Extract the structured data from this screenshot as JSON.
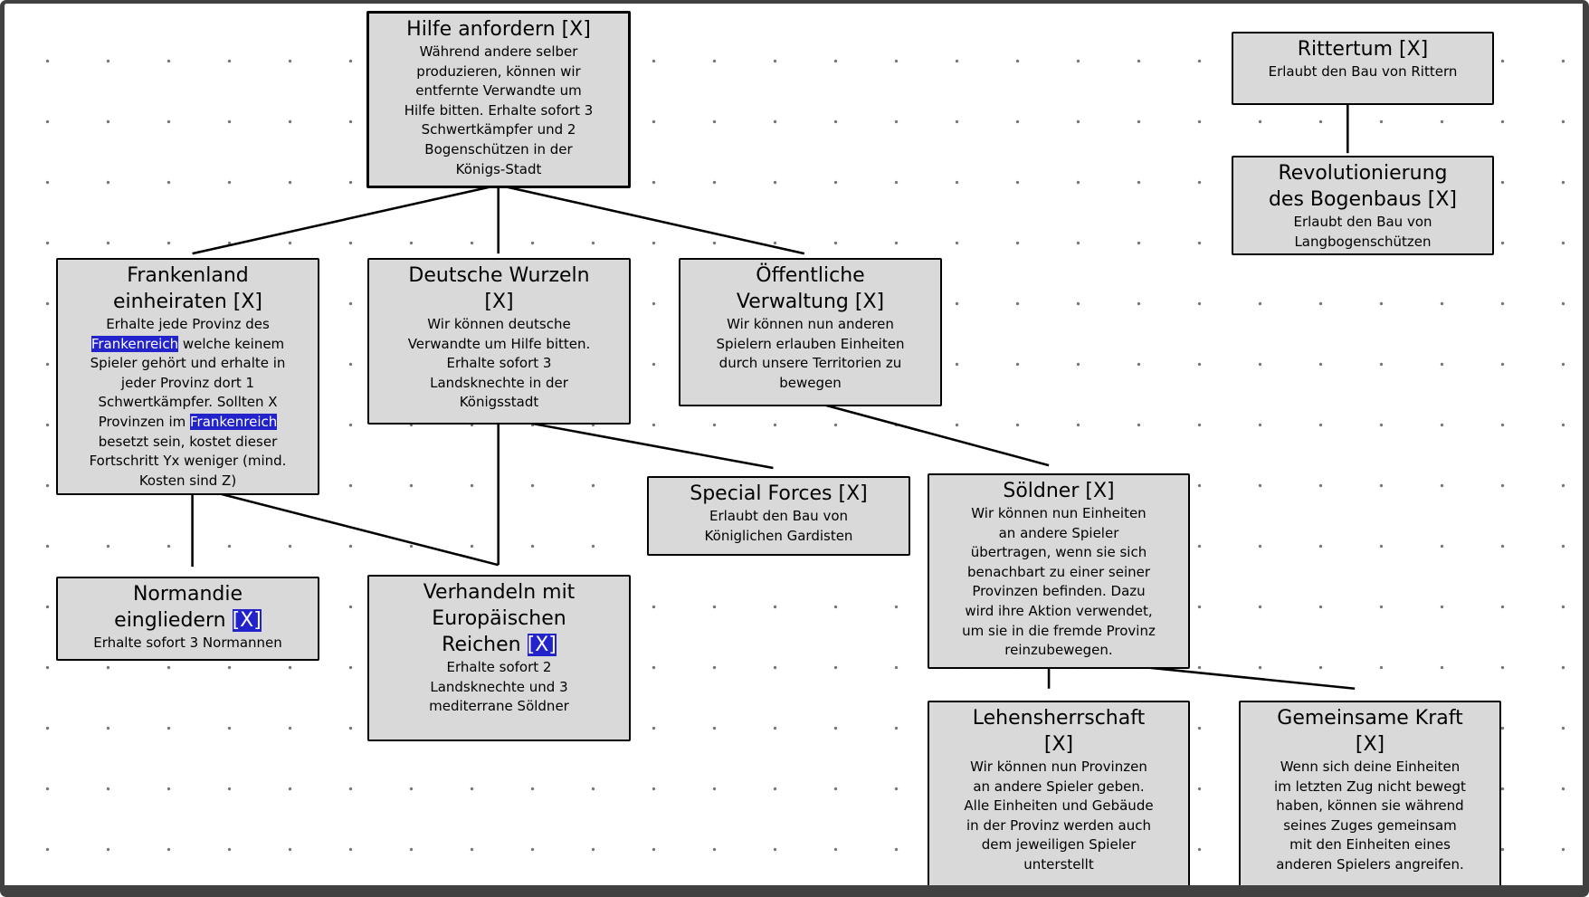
{
  "colors": {
    "node_fill": "#d9d9d9",
    "node_border": "#000000",
    "selection": "#2323cc",
    "frame": "#414141",
    "canvas_bg": "#ffffff",
    "grid_dot": "#777777"
  },
  "nodes": [
    {
      "id": "hilfe-anfordern",
      "title": "Hilfe anfordern [X]",
      "body": "Während andere selber\nproduzieren, können wir\nentfernte Verwandte um\nHilfe bitten. Erhalte sofort 3\nSchwertkämpfer und 2\nBogenschützen in der\nKönigs-Stadt"
    },
    {
      "id": "rittertum",
      "title": "Rittertum [X]",
      "body": "Erlaubt den Bau von Rittern"
    },
    {
      "id": "revolutionierung-des-bogenbaus",
      "title": "Revolutionierung\ndes Bogenbaus [X]",
      "body": "Erlaubt den Bau von\nLangbogenschützen"
    },
    {
      "id": "frankenland-einheiraten",
      "title": "Frankenland\neinheiraten [X]",
      "body": [
        {
          "t": "Erhalte jede Provinz des\n"
        },
        {
          "t": "Frankenreich",
          "hl": true
        },
        {
          "t": " welche keinem\nSpieler gehört und erhalte in\njeder Provinz dort 1\nSchwertkämpfer. Sollten X\nProvinzen im "
        },
        {
          "t": "Frankenreich",
          "hl": true
        },
        {
          "t": "\nbesetzt sein, kostet dieser\nFortschritt Yx weniger (mind.\nKosten sind Z)"
        }
      ]
    },
    {
      "id": "deutsche-wurzeln",
      "title": "Deutsche Wurzeln\n[X]",
      "body": "Wir können deutsche\nVerwandte um Hilfe bitten.\nErhalte sofort 3\nLandsknechte in der\nKönigsstadt"
    },
    {
      "id": "oeffentliche-verwaltung",
      "title": "Öffentliche\nVerwaltung [X]",
      "body": "Wir können nun anderen\nSpielern erlauben Einheiten\ndurch unsere Territorien zu\nbewegen"
    },
    {
      "id": "special-forces",
      "title": "Special Forces [X]",
      "body": "Erlaubt den Bau von\nKöniglichen Gardisten"
    },
    {
      "id": "soeldner",
      "title": "Söldner [X]",
      "body": "Wir können nun Einheiten\nan andere Spieler\nübertragen, wenn sie sich\nbenachbart zu einer seiner\nProvinzen befinden. Dazu\nwird ihre Aktion verwendet,\num sie in die fremde Provinz\nreinzubewegen."
    },
    {
      "id": "normandie-eingliedern",
      "title": [
        {
          "t": "Normandie\neingliedern "
        },
        {
          "t": "[X]",
          "hl": true
        }
      ],
      "body": "Erhalte sofort 3 Normannen"
    },
    {
      "id": "verhandeln-mit-europaeischen-reichen",
      "title": [
        {
          "t": "Verhandeln mit\nEuropäischen\nReichen "
        },
        {
          "t": "[X]",
          "hl": true
        }
      ],
      "body": "Erhalte sofort 2\nLandsknechte und 3\nmediterrane Söldner"
    },
    {
      "id": "lehensherrschaft",
      "title": "Lehensherrschaft\n[X]",
      "body": "Wir können nun Provinzen\nan andere Spieler geben.\nAlle Einheiten und Gebäude\nin der Provinz werden auch\ndem jeweiligen Spieler\nunterstellt"
    },
    {
      "id": "gemeinsame-kraft",
      "title": "Gemeinsame Kraft\n[X]",
      "body": "Wenn sich deine Einheiten\nim letzten Zug nicht bewegt\nhaben, können sie während\nseines Zuges gemeinsam\nmit den Einheiten eines\nanderen Spielers angreifen."
    }
  ],
  "edges": [
    {
      "from": "hilfe-anfordern",
      "to": "frankenland-einheiraten"
    },
    {
      "from": "hilfe-anfordern",
      "to": "deutsche-wurzeln"
    },
    {
      "from": "hilfe-anfordern",
      "to": "oeffentliche-verwaltung"
    },
    {
      "from": "rittertum",
      "to": "revolutionierung-des-bogenbaus"
    },
    {
      "from": "frankenland-einheiraten",
      "to": "normandie-eingliedern"
    },
    {
      "from": "frankenland-einheiraten",
      "to": "verhandeln-mit-europaeischen-reichen"
    },
    {
      "from": "deutsche-wurzeln",
      "to": "verhandeln-mit-europaeischen-reichen"
    },
    {
      "from": "deutsche-wurzeln",
      "to": "special-forces"
    },
    {
      "from": "oeffentliche-verwaltung",
      "to": "soeldner"
    },
    {
      "from": "soeldner",
      "to": "lehensherrschaft"
    },
    {
      "from": "soeldner",
      "to": "gemeinsame-kraft"
    }
  ]
}
